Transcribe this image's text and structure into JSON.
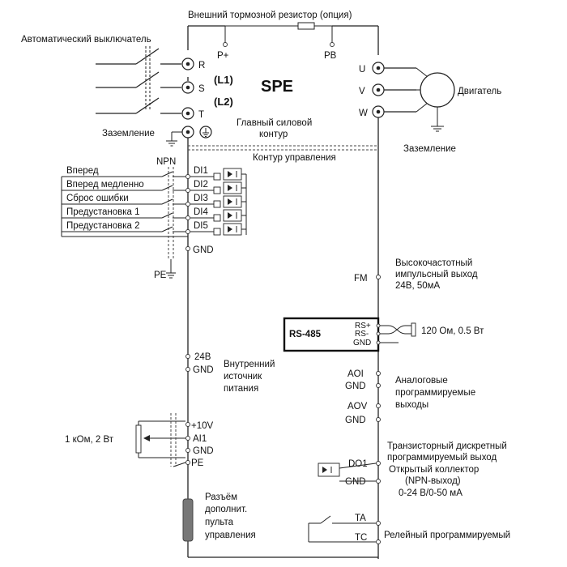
{
  "top": {
    "brake_resistor_label": "Внешний тормозной резистор (опция)",
    "p_plus": "P+",
    "pb": "PB"
  },
  "power": {
    "breaker_label": "Автоматический выключатель",
    "r": "R",
    "s": "S",
    "t": "T",
    "l1": "(L1)",
    "l2": "(L2)",
    "ground_label": "Заземление",
    "brand": "SPE",
    "main_circuit": [
      "Главный силовой",
      "контур"
    ]
  },
  "motor": {
    "u": "U",
    "v": "V",
    "w": "W",
    "motor_label": "Двигатель",
    "ground_label": "Заземление"
  },
  "control": {
    "control_circuit": "Контур управления",
    "npn": "NPN",
    "switches": [
      {
        "label": "Вперед",
        "term": "DI1"
      },
      {
        "label": "Вперед медленно",
        "term": "DI2"
      },
      {
        "label": "Сброс ошибки",
        "term": "DI3"
      },
      {
        "label": "Предустановка 1",
        "term": "DI4"
      },
      {
        "label": "Предустановка 2",
        "term": "DI5"
      }
    ],
    "gnd": "GND",
    "pe": "PE"
  },
  "right": {
    "fm": "FM",
    "fm_desc": [
      "Высокочастотный",
      "импульсный выход",
      "24В, 50мА"
    ],
    "rs485": "RS-485",
    "rs_plus": "RS+",
    "rs_minus": "RS-",
    "rs_gnd": "GND",
    "terminator": "120 Ом, 0.5 Вт",
    "aoi": "AOI",
    "gnd1": "GND",
    "aov": "AOV",
    "gnd2": "GND",
    "analog_desc": [
      "Аналоговые",
      "программируемые",
      "выходы"
    ],
    "do1": "DO1",
    "gnd3": "GND",
    "do_desc": [
      "Транзисторный  дискретный",
      "программируемый выход",
      "Открытый коллектор",
      "(NPN-выход)",
      "0-24 В/0-50 мА"
    ],
    "ta": "TA",
    "tc": "TC",
    "relay_desc": "Релейный программируемый"
  },
  "left_bottom": {
    "v24": "24В",
    "gnd": "GND",
    "supply_desc": [
      "Внутренний",
      "источник",
      "питания"
    ],
    "pot_label": "1 кОм, 2 Вт",
    "plus10v": "+10V",
    "ai1": "AI1",
    "gnd2": "GND",
    "pe": "PE",
    "panel_desc": [
      "Разъём",
      "дополнит.",
      "пульта",
      "управления"
    ]
  }
}
